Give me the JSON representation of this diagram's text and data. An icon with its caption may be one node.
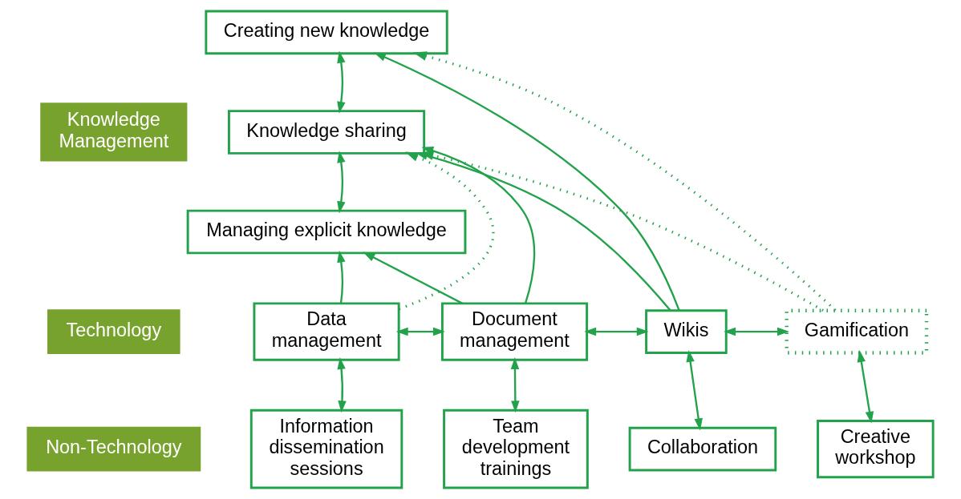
{
  "diagram": {
    "nodes": [
      {
        "text": [
          "Knowledge Management"
        ]
      },
      {
        "text": [
          "Creating new knowledge"
        ]
      },
      {
        "text": [
          "Knowledge sharing"
        ]
      },
      {
        "text": [
          "Managing explicit knowledge"
        ]
      },
      {
        "text": [
          "Technology"
        ]
      },
      {
        "text": [
          "Data management"
        ]
      },
      {
        "text": [
          "Document management"
        ]
      },
      {
        "text": [
          "Wikis"
        ]
      },
      {
        "text": [
          "Gamification"
        ]
      },
      {
        "text": [
          "Non-Technology"
        ]
      },
      {
        "text": [
          "Information dissemination sessions"
        ]
      },
      {
        "text": [
          "Team development trainings"
        ]
      },
      {
        "text": [
          "Collaboration"
        ]
      },
      {
        "text": [
          "Creative workshop"
        ]
      }
    ],
    "edges": [
      {
        "from": 2,
        "to": 1,
        "arrow": "both"
      },
      {
        "from": 3,
        "to": 2,
        "arrow": "both"
      },
      {
        "from": 5,
        "to": 3,
        "arrow": "to"
      },
      {
        "from": 6,
        "to": 3,
        "arrow": "to"
      },
      {
        "from": 5,
        "to": 2,
        "arrow": "to",
        "style": "dashed"
      },
      {
        "from": 6,
        "to": 2,
        "arrow": "to"
      },
      {
        "from": 7,
        "to": 2,
        "arrow": "to"
      },
      {
        "from": 8,
        "to": 2,
        "arrow": "to",
        "style": "dashed"
      },
      {
        "from": 7,
        "to": 1,
        "arrow": "to"
      },
      {
        "from": 8,
        "to": 1,
        "arrow": "to",
        "style": "dashed"
      },
      {
        "from": 5,
        "to": 6,
        "arrow": "both"
      },
      {
        "from": 6,
        "to": 7,
        "arrow": "both"
      },
      {
        "from": 7,
        "to": 8,
        "arrow": "both"
      },
      {
        "from": 5,
        "to": 10,
        "arrow": "both"
      },
      {
        "from": 6,
        "to": 11,
        "arrow": "both"
      },
      {
        "from": 7,
        "to": 12,
        "arrow": "both"
      },
      {
        "from": 8,
        "to": 13,
        "arrow": "both"
      }
    ]
  }
}
